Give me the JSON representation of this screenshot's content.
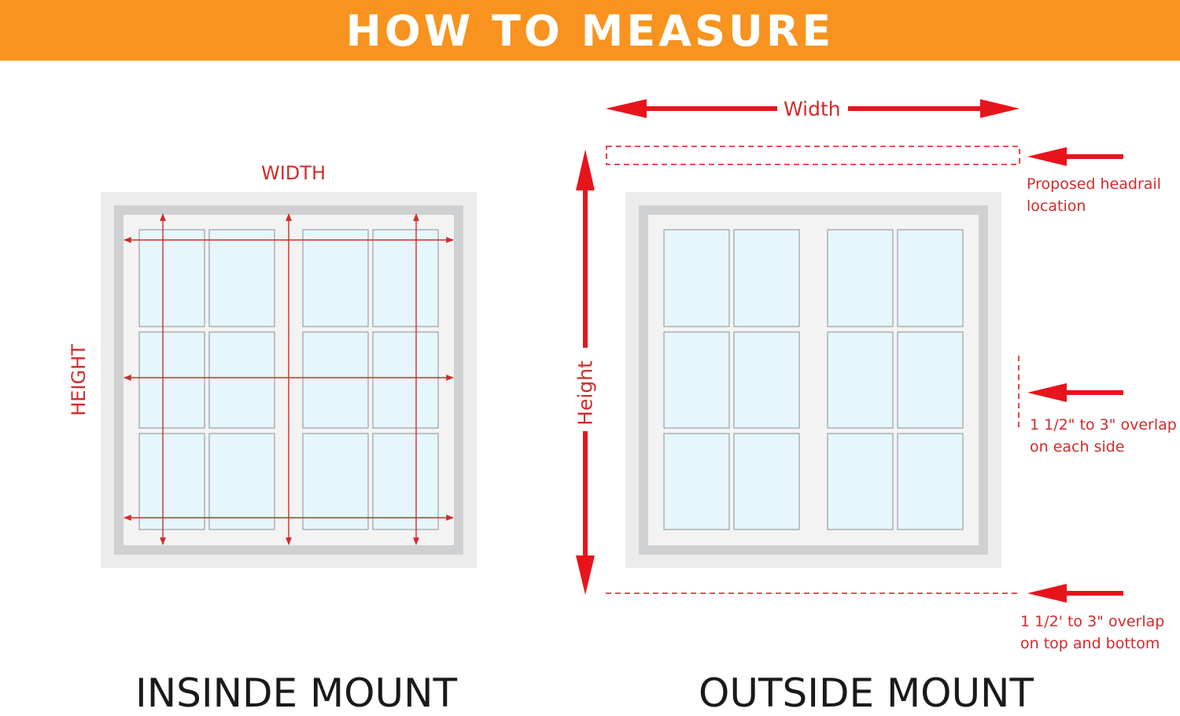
{
  "header": {
    "title": "HOW TO MEASURE"
  },
  "inside_mount": {
    "width_label": "WIDTH",
    "height_label": "HEIGHT",
    "caption": "INSINDE MOUNT"
  },
  "outside_mount": {
    "width_label": "Width",
    "height_label": "Height",
    "headrail_label": "Proposed headrail\nlocation",
    "side_overlap_label": "1 1/2\" to 3\" overlap\non each side",
    "bottom_overlap_label": "1 1/2' to 3\" overlap\non top and bottom",
    "caption": "OUTSIDE MOUNT"
  },
  "colors": {
    "banner": "#f7931e",
    "accent_red": "#e8141c",
    "label_red": "#d42a2a",
    "frame_outer": "#ececed",
    "frame_inner": "#cfd0d2",
    "sash": "#f3f3f4",
    "glass": "#e6f6fd"
  }
}
